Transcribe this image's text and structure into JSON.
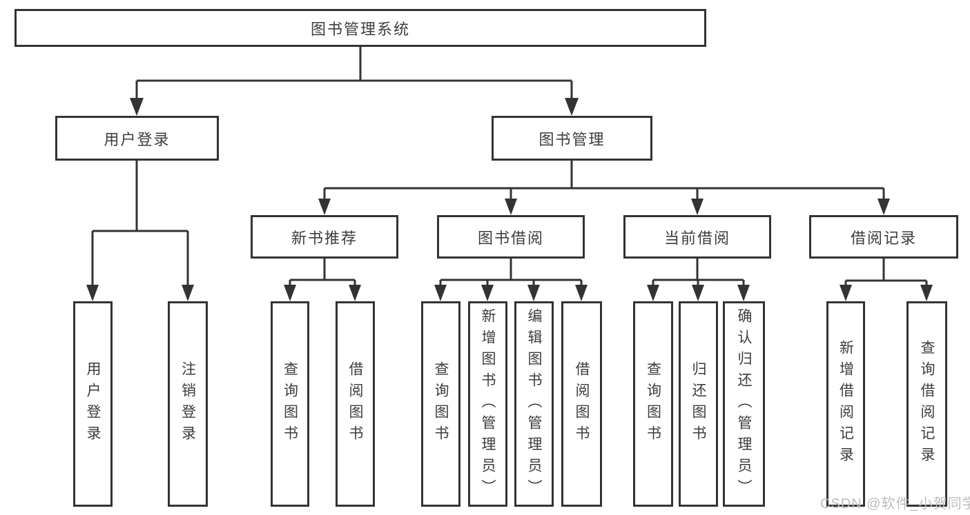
{
  "diagram": {
    "title": "图书管理系统",
    "root": {
      "label": "图书管理系统"
    },
    "level2": [
      {
        "label": "用户登录"
      },
      {
        "label": "图书管理"
      }
    ],
    "level3": [
      {
        "label": "新书推荐",
        "parent": "图书管理"
      },
      {
        "label": "图书借阅",
        "parent": "图书管理"
      },
      {
        "label": "当前借阅",
        "parent": "图书管理"
      },
      {
        "label": "借阅记录",
        "parent": "图书管理"
      }
    ],
    "leaves": [
      {
        "label": "用户登录",
        "parent": "用户登录"
      },
      {
        "label": "注销登录",
        "parent": "用户登录"
      },
      {
        "label": "查询图书",
        "parent": "新书推荐"
      },
      {
        "label": "借阅图书",
        "parent": "新书推荐"
      },
      {
        "label": "查询图书",
        "parent": "图书借阅"
      },
      {
        "label": "新增图书（管理员）",
        "parent": "图书借阅"
      },
      {
        "label": "编辑图书（管理员）",
        "parent": "图书借阅"
      },
      {
        "label": "借阅图书",
        "parent": "图书借阅"
      },
      {
        "label": "查询图书",
        "parent": "当前借阅"
      },
      {
        "label": "归还图书",
        "parent": "当前借阅"
      },
      {
        "label": "确认归还（管理员）",
        "parent": "当前借阅"
      },
      {
        "label": "新增借阅记录",
        "parent": "借阅记录"
      },
      {
        "label": "查询借阅记录",
        "parent": "借阅记录"
      }
    ]
  },
  "watermark": {
    "text": "CSDN @软件_小贺同学"
  },
  "colors": {
    "line": "#333333",
    "text": "#3c3c3c",
    "box_background": "#ffffff",
    "watermark": "#bdbdbd"
  }
}
